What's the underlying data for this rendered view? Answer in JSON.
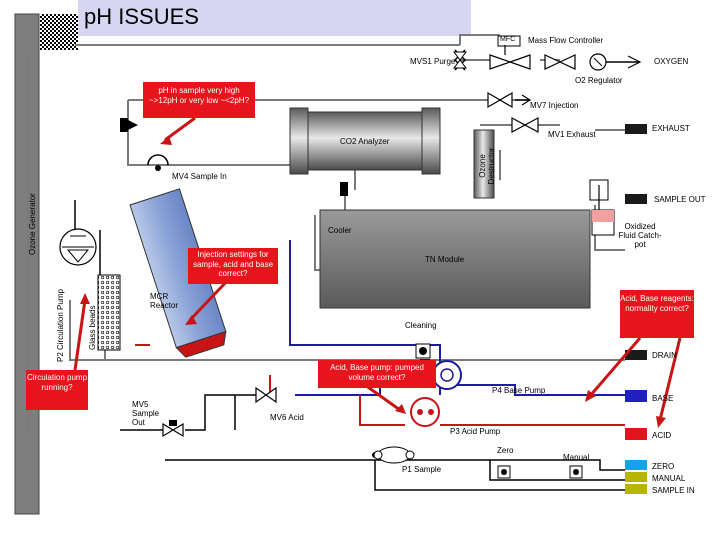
{
  "title": "pH ISSUES",
  "labels": {
    "mfc": "MFC",
    "mass_flow_controller": "Mass Flow Controller",
    "mvs1_purge": "MVS1 Purge",
    "oxygen": "OXYGEN",
    "o2_regulator": "O2 Regulator",
    "mv7_injection": "MV7 Injection",
    "exhaust": "EXHAUST",
    "mv1_exhaust": "MV1 Exhaust",
    "co2_analyzer": "CO2 Analyzer",
    "ozone_destructor": "Ozone Destructor",
    "mv4_sample_in": "MV4 Sample In",
    "ozone_generator": "Ozone Generator",
    "sample_out": "SAMPLE OUT",
    "cooler": "Cooler",
    "oxidized_fluid_catchpot": "Oxidized Fluid Catch-pot",
    "tn_module": "TN Module",
    "p2_circulation_pump": "P2 Circulation Pump",
    "glass_beads": "Glass beads",
    "mcr_reactor": "MCR Reactor",
    "cleaning": "Cleaning",
    "drain": "DRAIN",
    "p4_base_pump": "P4 Base Pump",
    "base": "BASE",
    "mv5_sample_out": "MV5 Sample Out",
    "mv6_acid": "MV6 Acid",
    "p3_acid_pump": "P3 Acid Pump",
    "acid": "ACID",
    "zero": "Zero",
    "manual": "Manual",
    "p1_sample": "P1 Sample",
    "zero_tag": "ZERO",
    "manual_tag": "MANUAL",
    "sample_in_tag": "SAMPLE IN"
  },
  "callouts": {
    "ph_in_sample": "pH in sample very high ~>12pH or very low ~<2pH?",
    "injection_settings": "Injection settings for sample, acid and base correct?",
    "acid_base_reagents": "Acid, Base reagents: normality correct?",
    "circulation_pump": "Circulation pump running?",
    "acid_base_pump": "Acid, Base pump: pumped volume correct?"
  },
  "colors": {
    "title_bg": "#d6d6f2",
    "callout_red": "#e8141c",
    "line_blue": "#1c1c9c",
    "line_red": "#c81414",
    "line_gray": "#7a7a7a",
    "tag_blue": "#2020c0",
    "tag_cyan": "#1aa0e8",
    "tag_olive": "#b6b600",
    "tag_red": "#e0141c"
  }
}
